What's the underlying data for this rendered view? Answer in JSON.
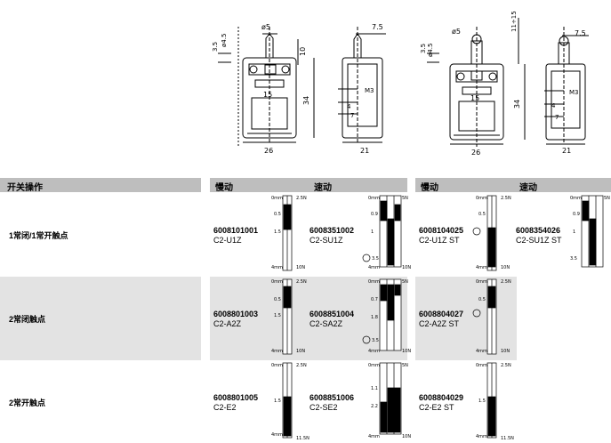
{
  "dimensions": {
    "left_front": {
      "phi5": "ø5",
      "phi45": "ø4.5",
      "d35": "3.5",
      "d10": "10",
      "d34": "34",
      "d15": "15",
      "d26": "26"
    },
    "left_side": {
      "d75": "7.5",
      "m3": "M3",
      "d4": "4",
      "d7": "7",
      "d21": "21"
    },
    "right_front": {
      "phi5": "ø5",
      "phi45": "ø4.5",
      "d35": "3.5",
      "d1115": "11÷15",
      "d34": "34",
      "d15": "15",
      "d26": "26"
    },
    "right_side": {
      "d75": "7.5",
      "m3": "M3",
      "d4": "4",
      "d7": "7",
      "d21": "21"
    }
  },
  "table": {
    "header": {
      "switch_op": "开关操作",
      "slow1": "慢动",
      "snap1": "速动",
      "slow2": "慢动",
      "snap2": "速动"
    },
    "rows": [
      {
        "label": "1常闭/1常开触点",
        "items": [
          {
            "pn": "6008101001",
            "model": "C2-U1Z"
          },
          {
            "pn": "6008351002",
            "model": "C2-SU1Z"
          },
          {
            "pn": "6008104025",
            "model": "C2-U1Z ST"
          },
          {
            "pn": "6008354026",
            "model": "C2-SU1Z ST"
          }
        ]
      },
      {
        "label": "2常闭触点",
        "items": [
          {
            "pn": "6008801003",
            "model": "C2-A2Z"
          },
          {
            "pn": "6008851004",
            "model": "C2-SA2Z"
          },
          {
            "pn": "6008804027",
            "model": "C2-A2Z ST"
          }
        ]
      },
      {
        "label": "2常开触点",
        "items": [
          {
            "pn": "6008801005",
            "model": "C2-E2"
          },
          {
            "pn": "6008851006",
            "model": "C2-SE2"
          },
          {
            "pn": "6008804029",
            "model": "C2-E2 ST"
          }
        ]
      }
    ]
  },
  "diagram_labels": {
    "zero": "0mm",
    "force_low": "2.5N",
    "force_high": "10N",
    "force_hi2": "11.5N",
    "force_5": "5N",
    "travel_end": "4mm",
    "v05": "0.5",
    "v09": "0.9",
    "v07": "0.7",
    "v15": "1.5",
    "v18": "1.8",
    "v35": "3.5",
    "v11": "1.1",
    "v22": "2.2",
    "v1": "1"
  }
}
